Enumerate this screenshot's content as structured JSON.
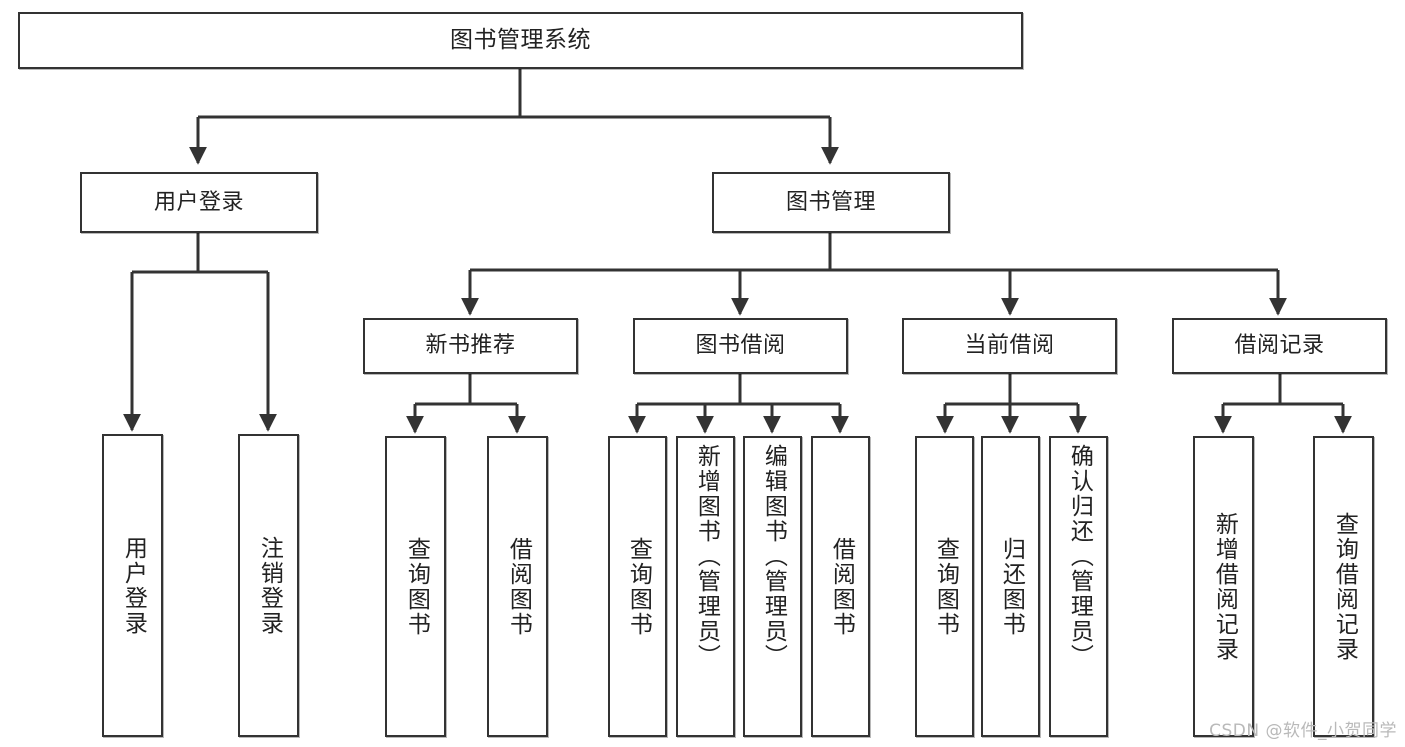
{
  "diagram": {
    "type": "tree",
    "title": "图书管理系统",
    "colors": {
      "stroke": "#333333",
      "fill": "#ffffff",
      "text": "#222222",
      "watermark": "#b9b9b9"
    },
    "root": {
      "label": "图书管理系统"
    },
    "level2": [
      {
        "label": "用户登录"
      },
      {
        "label": "图书管理"
      }
    ],
    "level3": [
      {
        "label": "新书推荐"
      },
      {
        "label": "图书借阅"
      },
      {
        "label": "当前借阅"
      },
      {
        "label": "借阅记录"
      }
    ],
    "leaves": {
      "user_login": [
        {
          "label": "用户登录"
        },
        {
          "label": "注销登录"
        }
      ],
      "new_book_recommend": [
        {
          "label": "查询图书"
        },
        {
          "label": "借阅图书"
        }
      ],
      "book_borrow": [
        {
          "label": "查询图书"
        },
        {
          "label": "新增图书（管理员）"
        },
        {
          "label": "编辑图书（管理员）"
        },
        {
          "label": "借阅图书"
        }
      ],
      "current_borrow": [
        {
          "label": "查询图书"
        },
        {
          "label": "归还图书"
        },
        {
          "label": "确认归还（管理员）"
        }
      ],
      "borrow_record": [
        {
          "label": "新增借阅记录"
        },
        {
          "label": "查询借阅记录"
        }
      ]
    },
    "watermark": "CSDN @软件_小贺同学"
  }
}
